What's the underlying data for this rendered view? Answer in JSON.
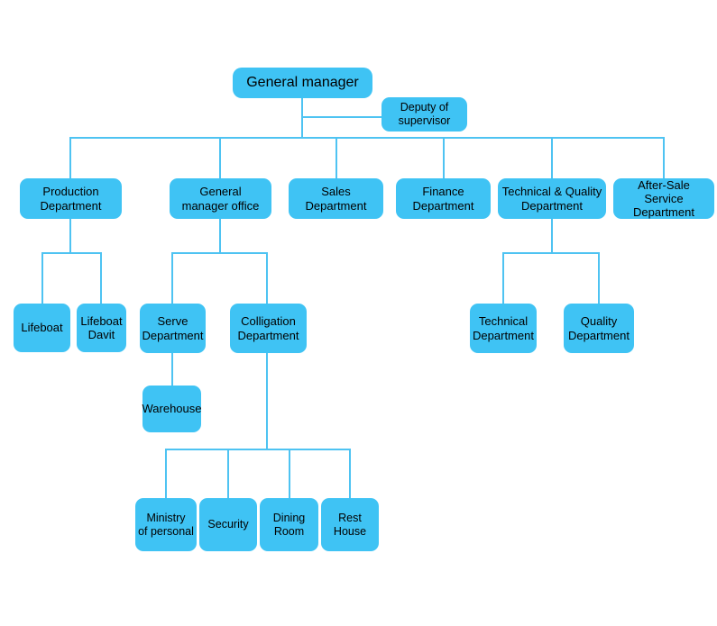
{
  "meta": {
    "title": "Company Organizational Chart",
    "accent_color": "#3fc3f4",
    "connector_color": "#4ec3f2",
    "background_color": "#ffffff",
    "text_color": "#000000"
  },
  "nodes": {
    "general_manager": "General manager",
    "deputy_supervisor": "Deputy of\nsupervisor",
    "production_department": "Production\nDepartment",
    "general_manager_office": "General\nmanager office",
    "sales_department": "Sales\nDepartment",
    "finance_department": "Finance\nDepartment",
    "technical_quality_department": "Technical & Quality\nDepartment",
    "after_sale_service_department": "After-Sale\nService Department",
    "lifeboat": "Lifeboat",
    "lifeboat_davit": "Lifeboat\nDavit",
    "serve_department": "Serve\nDepartment",
    "colligation_department": "Colligation\nDepartment",
    "technical_department": "Technical\nDepartment",
    "quality_department": "Quality\nDepartment",
    "warehouse": "Warehouse",
    "ministry_of_personal": "Ministry\nof  personal",
    "security": "Security",
    "dining_room": "Dining\nRoom",
    "rest_house": "Rest\nHouse"
  }
}
